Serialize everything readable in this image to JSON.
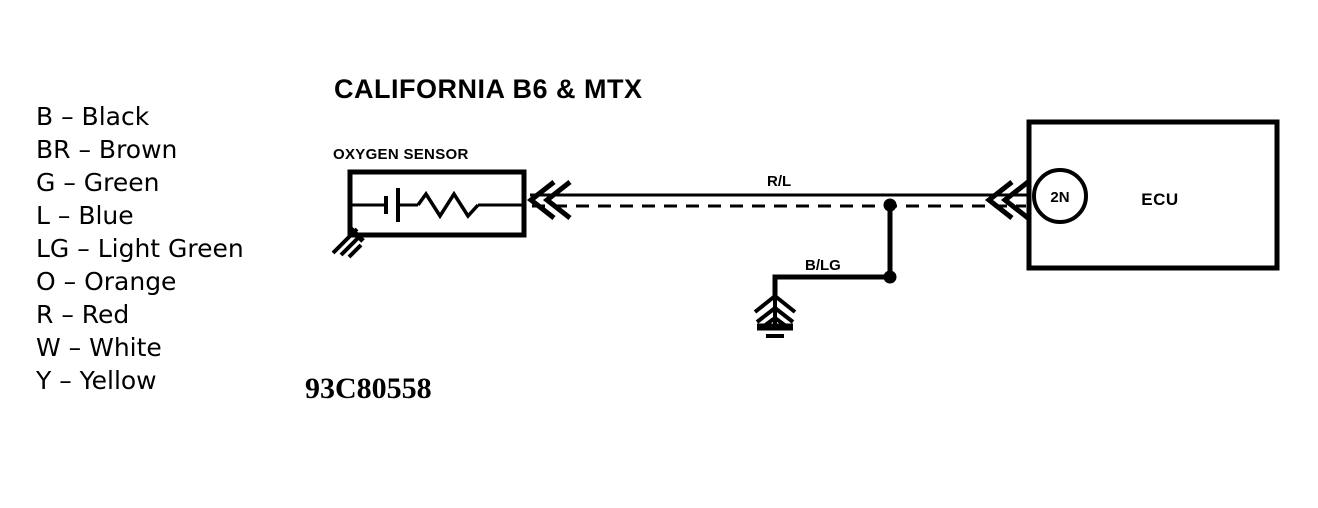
{
  "diagram": {
    "title": "CALIFORNIA B6 & MTX",
    "part_number": "93C80558",
    "background_color": "#ffffff",
    "line_color": "#000000"
  },
  "legend": {
    "name": "wire-color-code-legend",
    "items": [
      {
        "code": "B",
        "dash": "–",
        "name": "Black",
        "text": "B  –  Black"
      },
      {
        "code": "BR",
        "dash": "–",
        "name": "Brown",
        "text": "BR  –  Brown"
      },
      {
        "code": "G",
        "dash": "–",
        "name": "Green",
        "text": "G  –  Green"
      },
      {
        "code": "L",
        "dash": "–",
        "name": "Blue",
        "text": "L  –  Blue"
      },
      {
        "code": "LG",
        "dash": "–",
        "name": "Light Green",
        "text": "LG  –  Light Green"
      },
      {
        "code": "O",
        "dash": "–",
        "name": "Orange",
        "text": "O  –  Orange"
      },
      {
        "code": "R",
        "dash": "–",
        "name": "Red",
        "text": "R  –  Red"
      },
      {
        "code": "W",
        "dash": "–",
        "name": "White",
        "text": "W  –  White"
      },
      {
        "code": "Y",
        "dash": "–",
        "name": "Yellow",
        "text": "Y  –  Yellow"
      }
    ]
  },
  "components": {
    "oxygen_sensor": {
      "label": "OXYGEN SENSOR",
      "symbols": [
        "battery-cell",
        "resistor"
      ]
    },
    "ecu": {
      "label": "ECU"
    },
    "connector": {
      "label": "2N"
    }
  },
  "wires": [
    {
      "label": "R/L",
      "color_code": "R/L",
      "from": "oxygen-sensor",
      "to": "ecu-connector-2N",
      "style": "solid-with-shield-dashed"
    },
    {
      "label": "B/LG",
      "color_code": "B/LG",
      "from": "r-l-wire-junction",
      "to": "chassis-ground",
      "style": "solid"
    }
  ],
  "grounds": [
    {
      "name": "oxygen-sensor-ground",
      "type": "chassis-hatch"
    },
    {
      "name": "b-lg-chassis-ground",
      "type": "chassis-earth"
    }
  ]
}
